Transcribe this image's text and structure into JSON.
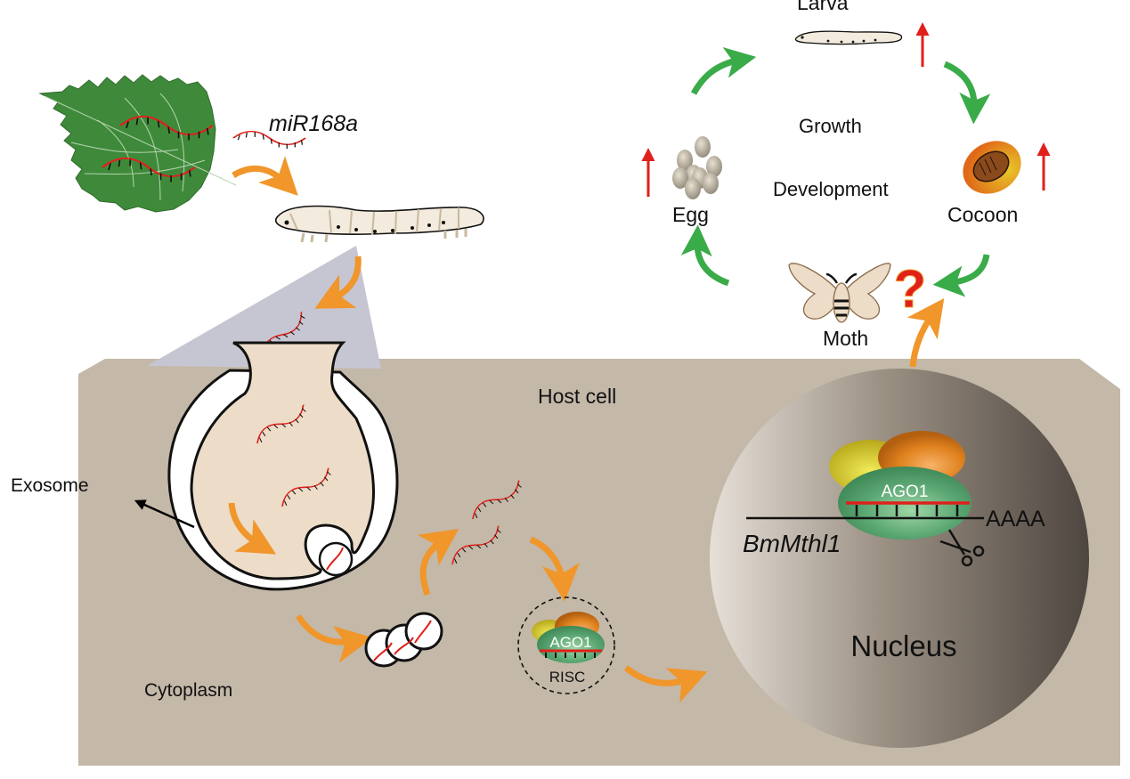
{
  "labels": {
    "mirna": "miR168a",
    "exosome": "Exosome",
    "host_cell": "Host cell",
    "cytoplasm": "Cytoplasm",
    "risc": "RISC",
    "ago1_small": "AGO1",
    "ago1_large": "AGO1",
    "nucleus": "Nucleus",
    "target_gene": "BmMthl1",
    "polya": "AAAA",
    "question": "?"
  },
  "life_cycle": {
    "center_top": "Growth",
    "center_bottom": "Development",
    "stages": {
      "larva": "Larva",
      "cocoon": "Cocoon",
      "moth": "Moth",
      "egg": "Egg"
    }
  },
  "colors": {
    "leaf": "#3f8a3a",
    "mirna_strand": "#e0201b",
    "orange_arrow": "#f0962a",
    "green_arrow": "#3aab49",
    "red_up_arrow": "#e0201b",
    "cell_bg": "#c4b8a8",
    "endosome_fill": "#ecdcc8",
    "funnel": "#c6c6d2",
    "ago1": "#5aa672"
  }
}
